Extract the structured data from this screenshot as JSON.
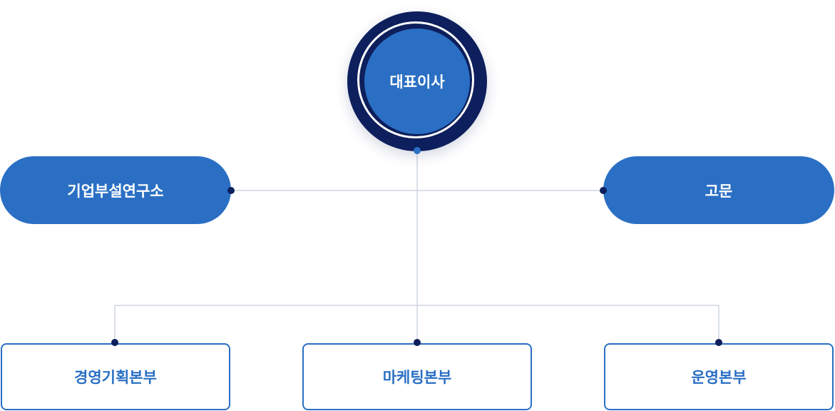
{
  "org": {
    "ceo": "대표이사",
    "lab": "기업부설연구소",
    "advisor": "고문",
    "divisions": [
      "경영기획본부",
      "마케팅본부",
      "운영본부"
    ]
  },
  "colors": {
    "navy": "#0d1f5c",
    "blue": "#2a6fc4",
    "line": "#cfd6df"
  }
}
